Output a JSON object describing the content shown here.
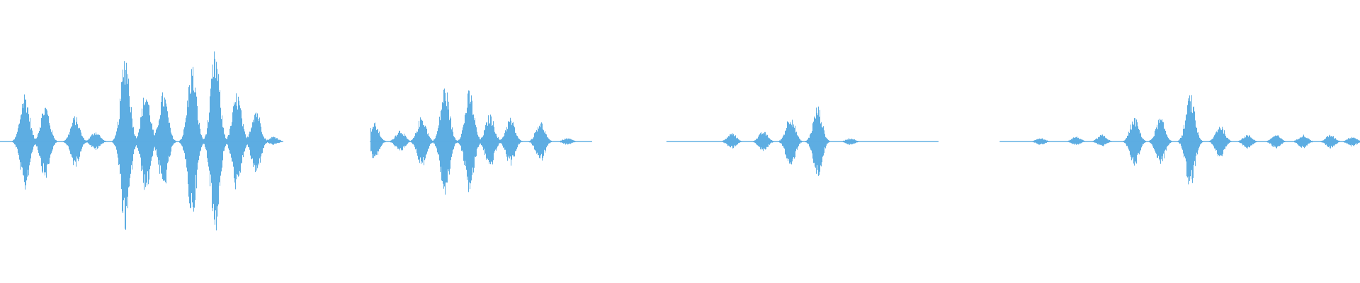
{
  "waveform": {
    "color": "#5dade2",
    "segments": [
      {
        "start": 0.0,
        "end": 0.208
      },
      {
        "start": 0.272,
        "end": 0.435
      },
      {
        "start": 0.49,
        "end": 0.69
      },
      {
        "start": 0.735,
        "end": 1.0
      }
    ],
    "peaks": [
      {
        "t": 0.018,
        "up": 0.29,
        "down": 0.29
      },
      {
        "t": 0.033,
        "up": 0.22,
        "down": 0.22
      },
      {
        "t": 0.055,
        "up": 0.15,
        "down": 0.15
      },
      {
        "t": 0.07,
        "up": 0.06,
        "down": 0.05
      },
      {
        "t": 0.092,
        "up": 0.53,
        "down": 0.53
      },
      {
        "t": 0.107,
        "up": 0.3,
        "down": 0.3
      },
      {
        "t": 0.12,
        "up": 0.29,
        "down": 0.29
      },
      {
        "t": 0.141,
        "up": 0.45,
        "down": 0.45
      },
      {
        "t": 0.158,
        "up": 0.53,
        "down": 0.53
      },
      {
        "t": 0.174,
        "up": 0.29,
        "down": 0.29
      },
      {
        "t": 0.188,
        "up": 0.2,
        "down": 0.2
      },
      {
        "t": 0.201,
        "up": 0.03,
        "down": 0.02
      },
      {
        "t": 0.275,
        "up": 0.11,
        "down": 0.11
      },
      {
        "t": 0.294,
        "up": 0.07,
        "down": 0.06
      },
      {
        "t": 0.31,
        "up": 0.15,
        "down": 0.15
      },
      {
        "t": 0.327,
        "up": 0.33,
        "down": 0.33
      },
      {
        "t": 0.345,
        "up": 0.3,
        "down": 0.3
      },
      {
        "t": 0.36,
        "up": 0.16,
        "down": 0.16
      },
      {
        "t": 0.375,
        "up": 0.14,
        "down": 0.14
      },
      {
        "t": 0.397,
        "up": 0.12,
        "down": 0.12
      },
      {
        "t": 0.417,
        "up": 0.02,
        "down": 0.02
      },
      {
        "t": 0.538,
        "up": 0.05,
        "down": 0.04
      },
      {
        "t": 0.561,
        "up": 0.06,
        "down": 0.06
      },
      {
        "t": 0.581,
        "up": 0.16,
        "down": 0.16
      },
      {
        "t": 0.601,
        "up": 0.21,
        "down": 0.21
      },
      {
        "t": 0.625,
        "up": 0.02,
        "down": 0.02
      },
      {
        "t": 0.765,
        "up": 0.02,
        "down": 0.02
      },
      {
        "t": 0.791,
        "up": 0.03,
        "down": 0.02
      },
      {
        "t": 0.81,
        "up": 0.04,
        "down": 0.03
      },
      {
        "t": 0.834,
        "up": 0.14,
        "down": 0.14
      },
      {
        "t": 0.853,
        "up": 0.14,
        "down": 0.14
      },
      {
        "t": 0.875,
        "up": 0.28,
        "down": 0.28
      },
      {
        "t": 0.897,
        "up": 0.1,
        "down": 0.1
      },
      {
        "t": 0.917,
        "up": 0.04,
        "down": 0.04
      },
      {
        "t": 0.938,
        "up": 0.04,
        "down": 0.04
      },
      {
        "t": 0.958,
        "up": 0.04,
        "down": 0.04
      },
      {
        "t": 0.978,
        "up": 0.04,
        "down": 0.04
      },
      {
        "t": 0.994,
        "up": 0.03,
        "down": 0.03
      }
    ],
    "noise_floor": 0.003
  }
}
